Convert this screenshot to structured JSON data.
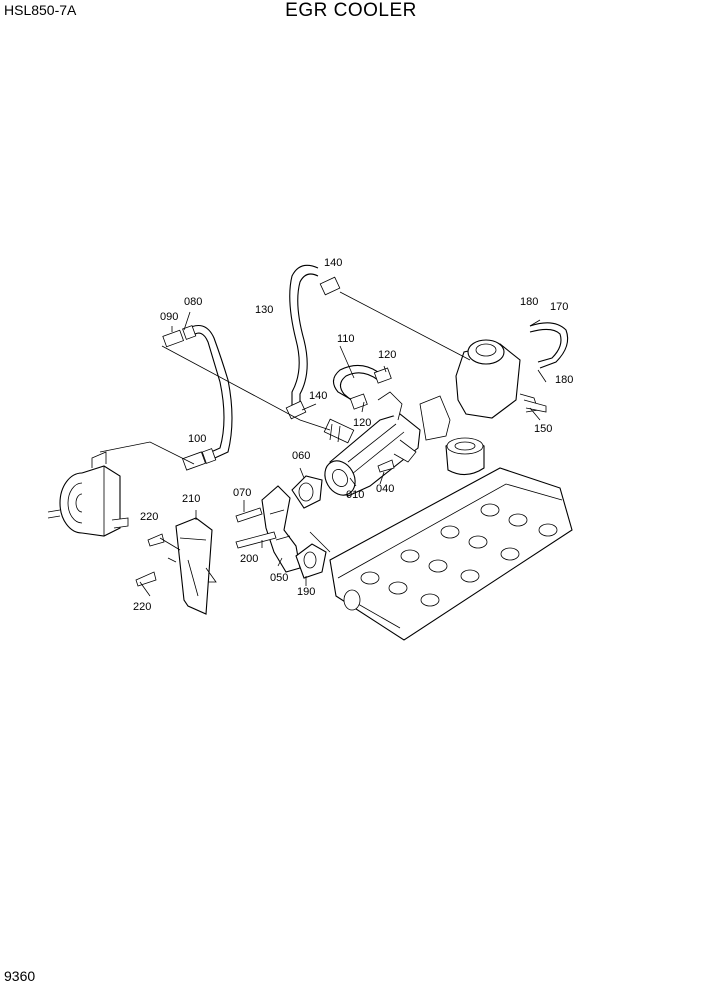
{
  "header": {
    "model": "HSL850-7A",
    "title": "EGR COOLER"
  },
  "footer": {
    "page_number": "9360"
  },
  "part_labels": {
    "p010": "010",
    "p040": "040",
    "p050": "050",
    "p060": "060",
    "p070": "070",
    "p080": "080",
    "p090": "090",
    "p100": "100",
    "p110": "110",
    "p120a": "120",
    "p120b": "120",
    "p130": "130",
    "p140a": "140",
    "p140b": "140",
    "p150": "150",
    "p170": "170",
    "p180a": "180",
    "p180b": "180",
    "p190": "190",
    "p200": "200",
    "p210": "210",
    "p220a": "220",
    "p220b": "220"
  }
}
